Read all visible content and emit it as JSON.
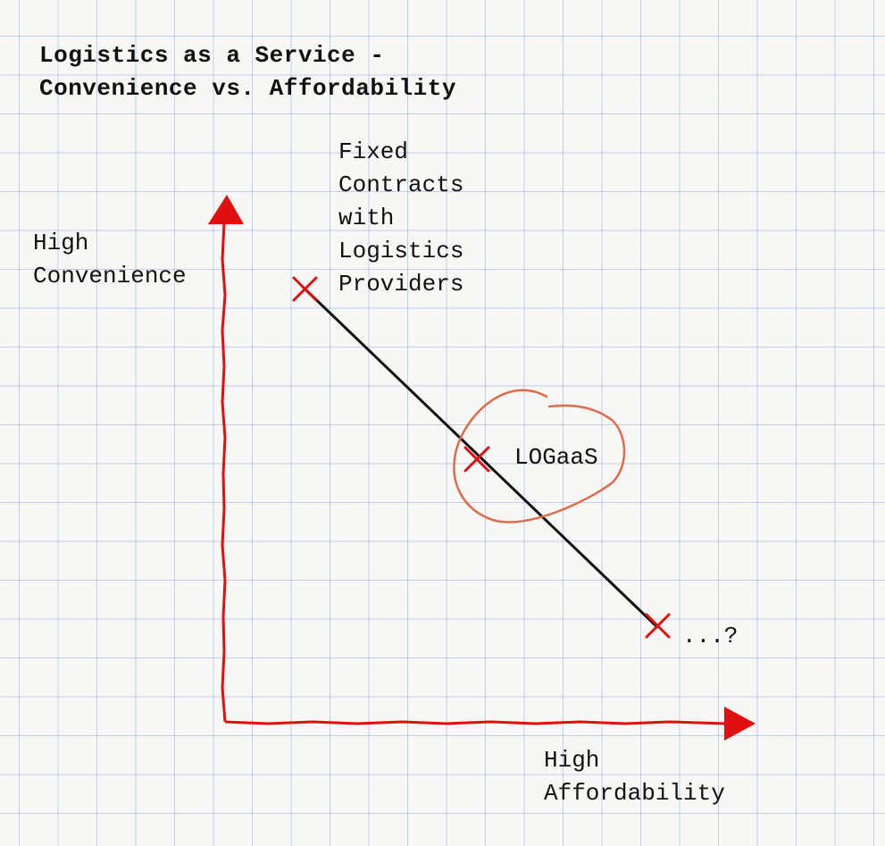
{
  "title": {
    "line1": "Logistics as a Service -",
    "line2": "Convenience vs. Affordability"
  },
  "axes": {
    "y_label": [
      "High",
      "Convenience"
    ],
    "x_label": [
      "High",
      "Affordability"
    ],
    "color": "#e01010"
  },
  "points": [
    {
      "id": "fixed-contracts",
      "label": [
        "Fixed",
        "Contracts",
        "with",
        "Logistics",
        "Providers"
      ]
    },
    {
      "id": "logaas",
      "label": [
        "LOGaaS"
      ],
      "highlighted": true
    },
    {
      "id": "unknown",
      "label": [
        "...?"
      ]
    }
  ],
  "colors": {
    "marker": "#e01010",
    "line": "#111111",
    "highlight_circle": "#e06a4a"
  }
}
